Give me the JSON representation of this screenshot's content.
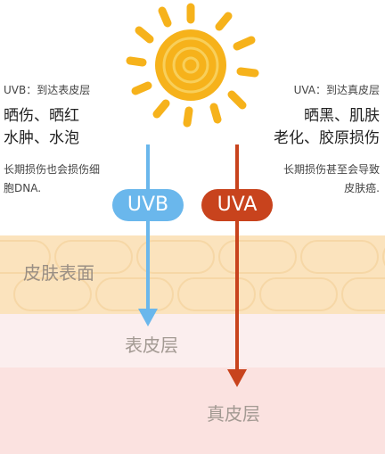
{
  "uvb": {
    "name": "UVB",
    "title": "UVB：到达表皮层",
    "effects": "晒伤、晒红\n水肿、水泡",
    "long_term": "长期损伤也会损伤细\n胞DNA."
  },
  "uva": {
    "name": "UVA",
    "title": "UVA：到达真皮层",
    "effects": "晒黑、肌肤\n老化、胶原损伤",
    "long_term": "长期损伤甚至会导致\n皮肤癌."
  },
  "layers": {
    "surface": "皮肤表面",
    "epidermis": "表皮层",
    "dermis": "真皮层"
  },
  "colors": {
    "uvb": "#6ab7ec",
    "uva": "#c8431d",
    "sun": "#f6b21b"
  },
  "icons": {
    "sun": "sun-icon"
  }
}
